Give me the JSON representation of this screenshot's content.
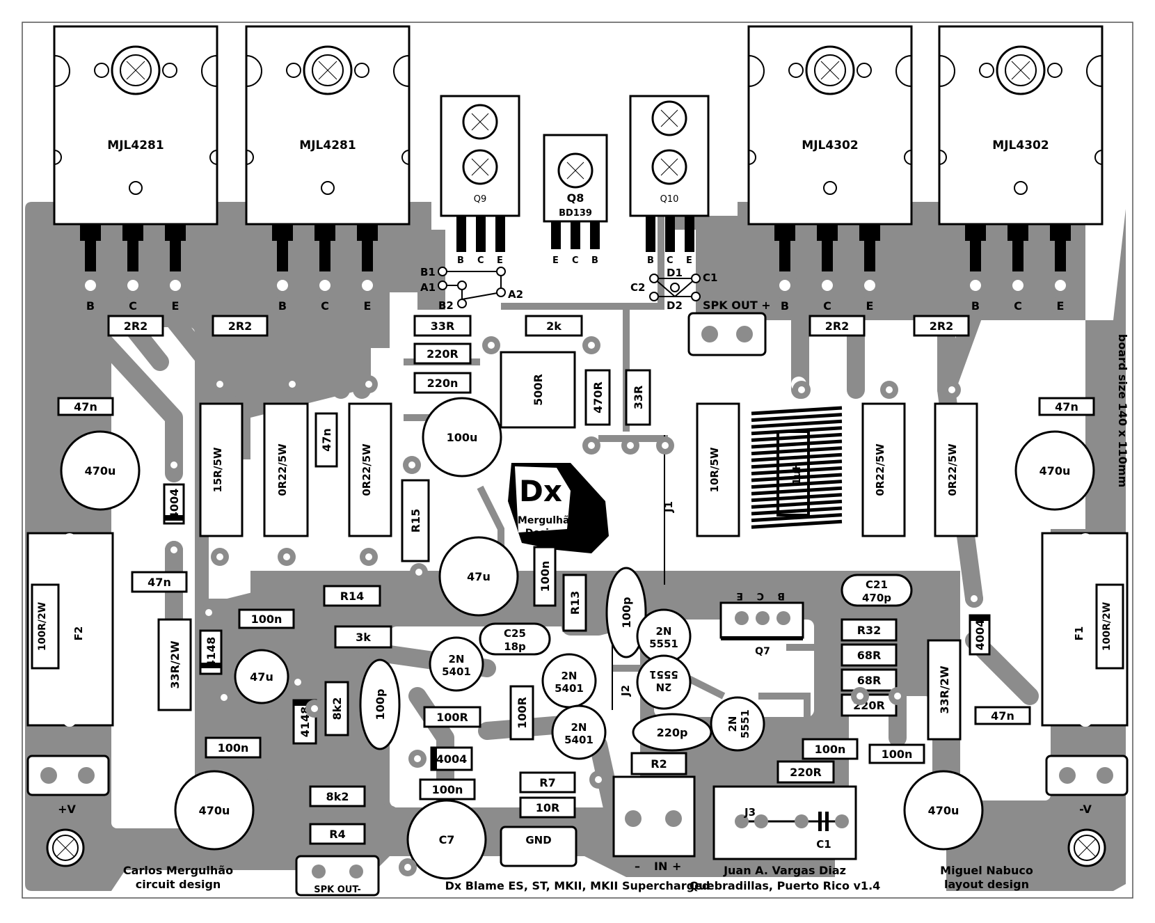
{
  "transistors": {
    "q_out_1": "MJL4281",
    "q_out_2": "MJL4281",
    "q_out_3": "MJL4302",
    "q_out_4": "MJL4302",
    "q9": "Q9",
    "q8": "Q8",
    "q8_part": "BD139",
    "q10": "Q10",
    "q7": "Q7"
  },
  "pins": {
    "b": "B",
    "c": "C",
    "e": "E"
  },
  "pads": {
    "b1": "B1",
    "a1": "A1",
    "b2": "B2",
    "a2": "A2",
    "c1": "C1",
    "c2": "C2",
    "d1": "D1",
    "d2": "D2"
  },
  "labels": {
    "spk_out_plus": "SPK OUT +",
    "spk_out_minus": "SPK OUT-",
    "board_size": "board size 140 x 110mm",
    "plus_v": "+V",
    "minus_v": "-V",
    "gnd": "GND",
    "in": "IN",
    "minus": "–",
    "plus": "+",
    "j1": "J1",
    "j2": "J2",
    "j3": "J3",
    "f1": "F1",
    "f2": "F2",
    "logo_dx": "Dx",
    "logo_line1": "Mergulhão",
    "logo_line2": "Designs"
  },
  "components": {
    "r_2r2": "2R2",
    "r_33r": "33R",
    "r_2k": "2k",
    "r_220r": "220R",
    "c_220n": "220n",
    "pot_500r": "500R",
    "r_470r": "470R",
    "c_47n": "47n",
    "c_470u": "470u",
    "r_15r5w": "15R/5W",
    "r_0r22": "0R22/5W",
    "r_10r5w": "10R/5W",
    "l_1uh": "1uH",
    "c_100u": "100u",
    "r15": "R15",
    "d_4004": "4004",
    "r_100r2w": "100R/2W",
    "c_47u": "47u",
    "c_100n": "100n",
    "r13": "R13",
    "c_100p": "100p",
    "r14": "R14",
    "c21": "C21",
    "c21_val": "470p",
    "r32": "R32",
    "r_68r": "68R",
    "r_3k": "3k",
    "c25": "C25",
    "c25_val": "18p",
    "t_2n": "2N",
    "t_5401": "5401",
    "t_5551": "5551",
    "r_33r2w": "33R/2W",
    "d_4148": "4148",
    "r_8k2": "8k2",
    "r_100r": "100R",
    "c_220p": "220p",
    "r2": "R2",
    "r7": "R7",
    "r_10r": "10R",
    "r4": "R4",
    "c7": "C7",
    "c1": "C1"
  },
  "credits": {
    "circuit_name": "Carlos Mergulhão",
    "circuit_role": "circuit design",
    "title": "Dx Blame ES, ST, MKII, MKII Supercharged",
    "author_name": "Juan A. Vargas Diaz",
    "author_place": "Quebradillas, Puerto Rico  v1.4",
    "layout_name": "Miguel Nabuco",
    "layout_role": "layout design"
  }
}
